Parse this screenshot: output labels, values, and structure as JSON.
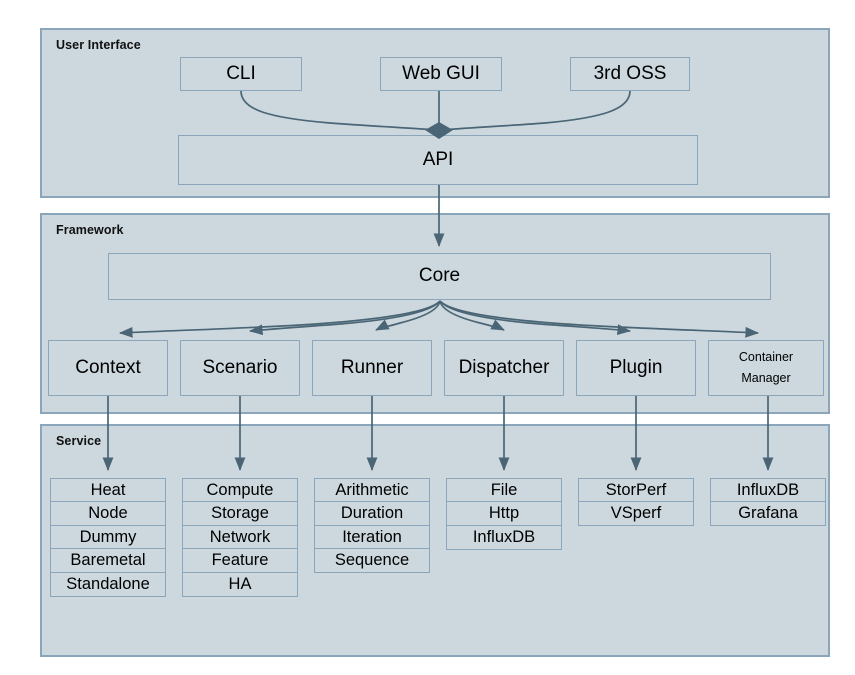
{
  "diagram": {
    "title_hidden": "",
    "colors": {
      "panel_fill": "#ccd8de",
      "panel_border": "#8ba6ba",
      "node_fill": "#ccd8de",
      "node_border": "#8ba6ba",
      "edge": "#4a6575",
      "text": "#000000"
    },
    "layers": [
      {
        "id": "user-interface",
        "label": "User Interface"
      },
      {
        "id": "framework",
        "label": "Framework"
      },
      {
        "id": "service",
        "label": "Service"
      }
    ],
    "ui_nodes": [
      {
        "id": "cli",
        "label": "CLI"
      },
      {
        "id": "web-gui",
        "label": "Web GUI"
      },
      {
        "id": "third-oss",
        "label": "3rd OSS"
      }
    ],
    "api_node": {
      "id": "api",
      "label": "API"
    },
    "core_node": {
      "id": "core",
      "label": "Core"
    },
    "framework_nodes": [
      {
        "id": "context",
        "label": "Context",
        "label2": ""
      },
      {
        "id": "scenario",
        "label": "Scenario",
        "label2": ""
      },
      {
        "id": "runner",
        "label": "Runner",
        "label2": ""
      },
      {
        "id": "dispatcher",
        "label": "Dispatcher",
        "label2": ""
      },
      {
        "id": "plugin",
        "label": "Plugin",
        "label2": ""
      },
      {
        "id": "container-manager",
        "label": "Container",
        "label2": "Manager"
      }
    ],
    "service_columns": [
      {
        "id": "context-services",
        "items": [
          "Heat",
          "Node",
          "Dummy",
          "Baremetal",
          "Standalone"
        ]
      },
      {
        "id": "scenario-services",
        "items": [
          "Compute",
          "Storage",
          "Network",
          "Feature",
          "HA"
        ]
      },
      {
        "id": "runner-services",
        "items": [
          "Arithmetic",
          "Duration",
          "Iteration",
          "Sequence"
        ]
      },
      {
        "id": "dispatcher-services",
        "items": [
          "File",
          "Http",
          "InfluxDB"
        ]
      },
      {
        "id": "plugin-services",
        "items": [
          "StorPerf",
          "VSperf"
        ]
      },
      {
        "id": "container-services",
        "items": [
          "InfluxDB",
          "Grafana"
        ]
      }
    ]
  }
}
